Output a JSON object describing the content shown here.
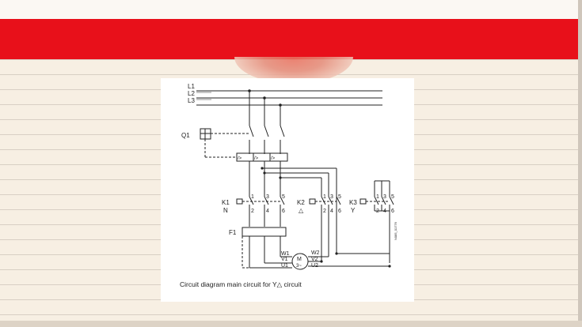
{
  "slide": {
    "lines": [
      "L1",
      "L2",
      "L3"
    ],
    "breaker": "Q1",
    "contactors": {
      "k1": {
        "label": "K1",
        "sub": "N"
      },
      "k2": {
        "label": "K2",
        "sub": "△"
      },
      "k3": {
        "label": "K3",
        "sub": "Y"
      }
    },
    "terminals_top": [
      "1",
      "3",
      "5"
    ],
    "terminals_bottom": [
      "2",
      "4",
      "6"
    ],
    "overload": "F1",
    "overload_sym": "/>",
    "motor": {
      "label": "M",
      "sub": "3~"
    },
    "windings": [
      "W1",
      "V1",
      "U1",
      "W2",
      "V2",
      "U2"
    ],
    "doc_code": "N085_01776",
    "caption": "Circuit diagram main circuit for Y△ circuit"
  }
}
